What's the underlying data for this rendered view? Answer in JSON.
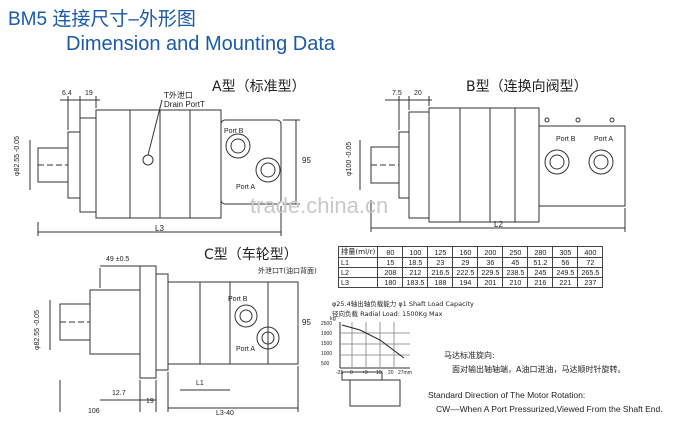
{
  "header": {
    "title_cn": "BM5 连接尺寸–外形图",
    "title_en": "Dimension and Mounting Data"
  },
  "view_a": {
    "label": "A型（标准型）",
    "dims": [
      "6.4",
      "19",
      "L3",
      "95"
    ],
    "shaft_dia": "φ82.55 -0.05",
    "drain_label_cn": "T外泄口",
    "drain_label_en": "Drain PortT",
    "port_b": "Port B",
    "port_a": "Port A"
  },
  "view_b": {
    "label": "B型（连换向阀型）",
    "dims": [
      "7.5",
      "20",
      "L2"
    ],
    "shaft_dia": "φ100 -0.05",
    "port_b": "Port B",
    "port_a": "Port A"
  },
  "view_c": {
    "label": "C型（车轮型）",
    "dims": [
      "49 ±0.5",
      "12.7",
      "19",
      "106",
      "L1",
      "L3-40",
      "95"
    ],
    "shaft_dia": "φ82.55 -0.05",
    "drain_label": "外泄口T(油口背面)",
    "port_b": "Port B",
    "port_a": "Port A"
  },
  "spec_table": {
    "header_label": "排量(ml/r)",
    "columns": [
      "80",
      "100",
      "125",
      "160",
      "200",
      "250",
      "280",
      "305",
      "400"
    ],
    "rows": [
      {
        "label": "L1",
        "values": [
          "15",
          "18.5",
          "23",
          "29",
          "36",
          "45",
          "51.2",
          "56",
          "72"
        ]
      },
      {
        "label": "L2",
        "values": [
          "208",
          "212",
          "216.5",
          "222.5",
          "229.5",
          "238.5",
          "245",
          "249.5",
          "265.5"
        ]
      },
      {
        "label": "L3",
        "values": [
          "180",
          "183.5",
          "188",
          "194",
          "201",
          "210",
          "216",
          "221",
          "237"
        ]
      }
    ]
  },
  "load_chart": {
    "caption_line1": "φ25.4轴出轴负载能力 φ1 Shaft Load Capacity",
    "caption_line2": "径向负载 Radial Load: 1500Kg Max",
    "y_unit": "kg",
    "y_ticks": [
      "2500",
      "1900",
      "1500",
      "1000",
      "500"
    ],
    "x_ticks": [
      "-25",
      "0",
      "+0",
      "10",
      "20",
      "27mm"
    ]
  },
  "rotation_note": {
    "cn_title": "马达标准旋向:",
    "cn_text": "面对输出轴轴端，A油口进油，马达顺时针旋转。",
    "en_title": "Standard Direction of The Motor Rotation:",
    "en_text": "CW––When A Port Pressurized,Viewed From the Shaft End."
  },
  "watermark": "trade.china.cn"
}
